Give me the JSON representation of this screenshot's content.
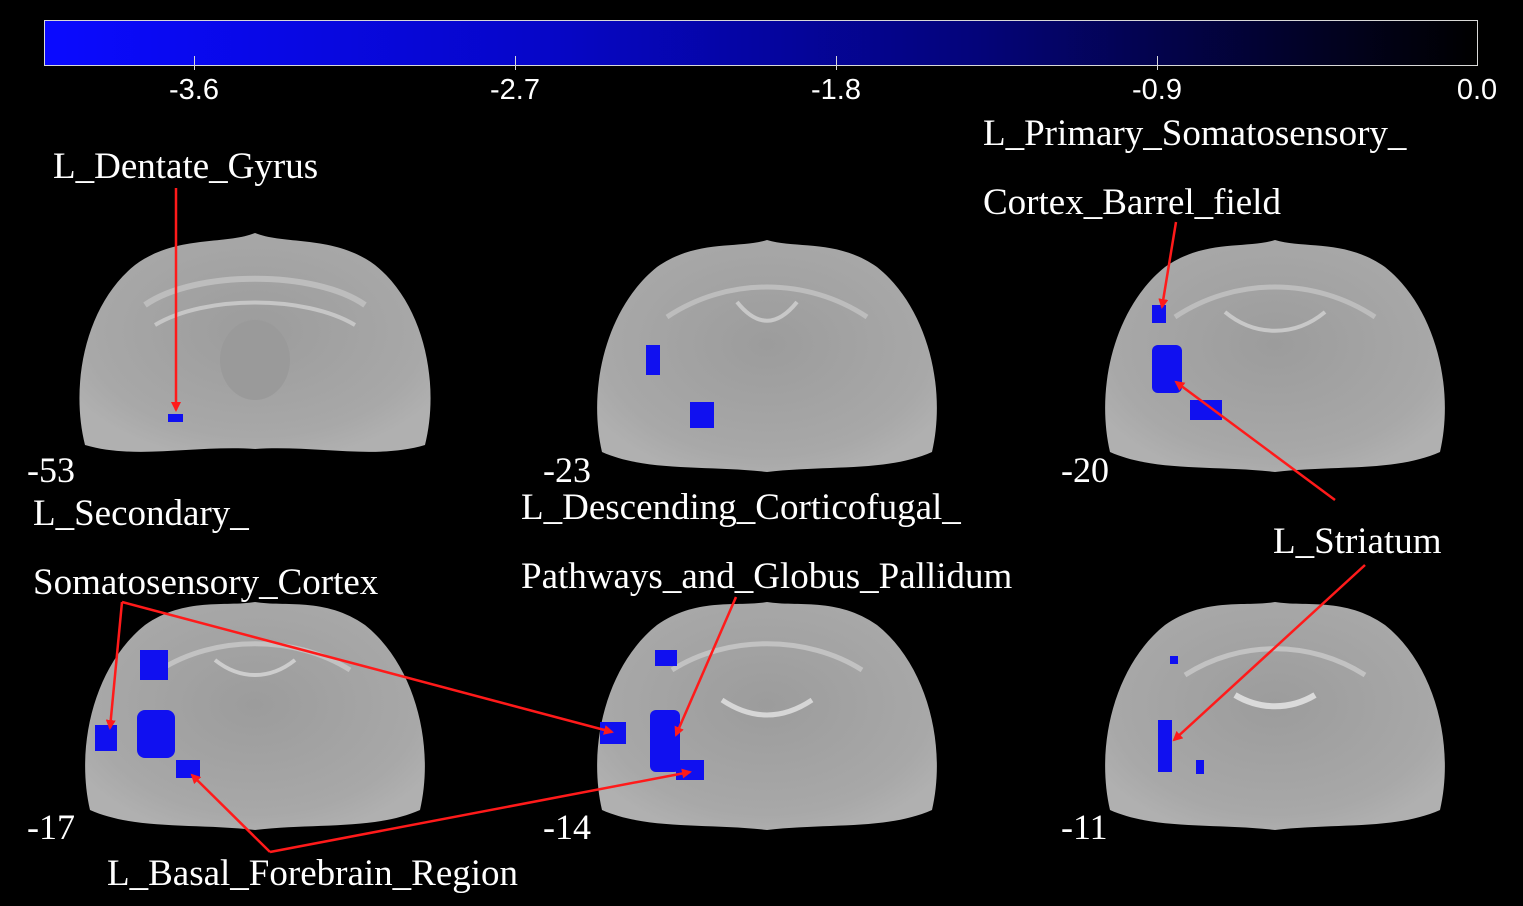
{
  "colorbar": {
    "ticks": [
      "-3.6",
      "-2.7",
      "-1.8",
      "-0.9",
      "0.0"
    ],
    "min": -4.0,
    "max": 0.0,
    "colors": {
      "low": "#0a0aff",
      "high": "#000000"
    }
  },
  "slices": [
    {
      "label": "-53"
    },
    {
      "label": "-23"
    },
    {
      "label": "-20"
    },
    {
      "label": "-17"
    },
    {
      "label": "-14"
    },
    {
      "label": "-11"
    }
  ],
  "regions": {
    "dentate_gyrus": "L_Dentate_Gyrus",
    "primary_somatosensory_line1": "L_Primary_Somatosensory_",
    "primary_somatosensory_line2": "Cortex_Barrel_field",
    "secondary_somatosensory_line1": "L_Secondary_",
    "secondary_somatosensory_line2": "Somatosensory_Cortex",
    "descending_line1": "L_Descending_Corticofugal_",
    "descending_line2": "Pathways_and_Globus_Pallidum",
    "striatum": "L_Striatum",
    "basal_forebrain": "L_Basal_Forebrain_Region"
  },
  "colors": {
    "background": "#000000",
    "brain": "#a6a6a6",
    "activation": "#1010f0",
    "arrow": "#ff1a1a",
    "text": "#ffffff"
  }
}
